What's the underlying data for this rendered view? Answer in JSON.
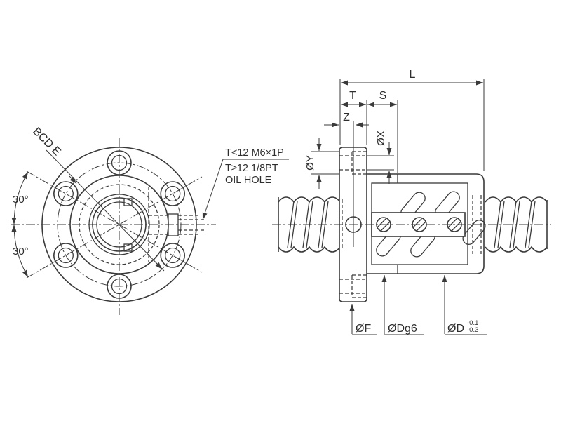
{
  "drawing": {
    "background": "#ffffff",
    "line_color": "#3a3a3a",
    "front_view": {
      "bcd_label": "BCD E",
      "angle_upper_label": "30°",
      "angle_lower_label": "30°"
    },
    "callout_note": {
      "line1": "T<12 M6×1P",
      "line2": "T≥12 1/8PT",
      "line3": "OIL HOLE"
    },
    "dimensions": {
      "overall_length": "L",
      "flange_thickness": "T",
      "spigot_length": "S",
      "oil_hole_offset": "Z",
      "bolt_hole_dia": "ØX",
      "counterbore_dia": "ØY",
      "flange_dia": "ØF",
      "spigot_dia": "ØDg6",
      "body_dia": "ØD",
      "body_dia_tol_upper": "-0.1",
      "body_dia_tol_lower": "-0.3"
    }
  }
}
